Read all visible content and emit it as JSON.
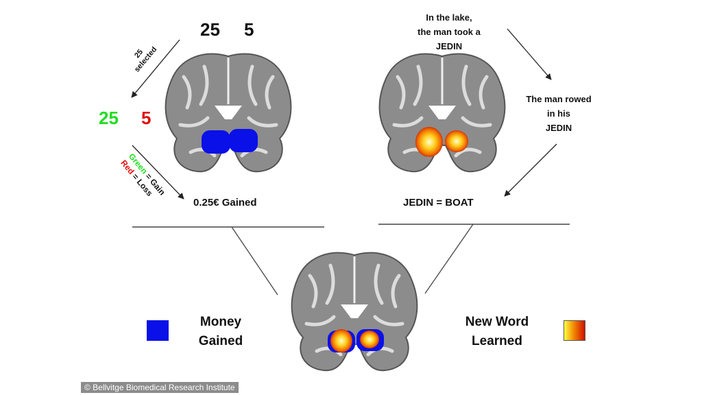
{
  "left_panel": {
    "top_numbers": [
      "25",
      "5"
    ],
    "arrow_label": [
      "25",
      "selected"
    ],
    "choice_numbers": [
      {
        "text": "25",
        "color": "#22dd22"
      },
      {
        "text": "5",
        "color": "#e01010"
      }
    ],
    "key": [
      {
        "word": "Green",
        "word_color": "#22dd22",
        "rest": " = Gain"
      },
      {
        "word": "Red",
        "word_color": "#e01010",
        "rest": " = Loss"
      }
    ],
    "result": "0.25€ Gained"
  },
  "right_panel": {
    "sentence_1": [
      "In the lake,",
      "the man took a",
      "JEDIN"
    ],
    "sentence_2": [
      "The man rowed",
      "in his",
      "JEDIN"
    ],
    "result": "JEDIN = BOAT"
  },
  "legend": {
    "left": {
      "lines": [
        "Money",
        "Gained"
      ],
      "color": "#0a10e8"
    },
    "right": {
      "lines": [
        "New Word",
        "Learned"
      ],
      "colors": [
        "#ffff40",
        "#f08000",
        "#d01000"
      ]
    }
  },
  "credit": "© Bellvitge Biomedical Research Institute",
  "colors": {
    "activation_blue": "#0a10e8",
    "activation_hot": "#ff8a00",
    "brain_gray": "#8a8a8a"
  }
}
